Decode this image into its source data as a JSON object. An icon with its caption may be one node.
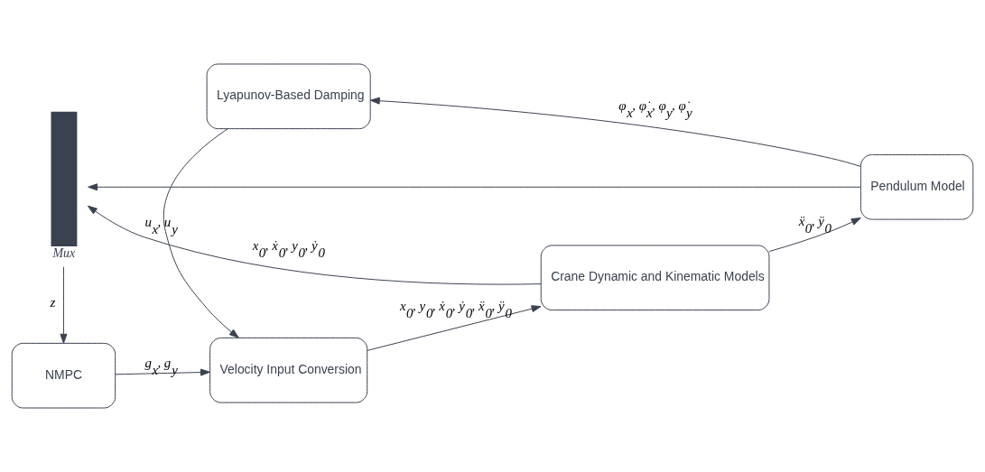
{
  "diagram": {
    "nodes": [
      {
        "text": [
          "NMPC"
        ]
      },
      {
        "text": [
          "Velocity Input Conversion"
        ]
      },
      {
        "text": [
          "Crane Dynamic and Kinematic Models"
        ]
      },
      {
        "text": [
          "Pendulum Model"
        ]
      },
      {
        "text": [
          "Lyapunov-Based Damping"
        ]
      },
      {
        "text": [
          "Mux"
        ]
      }
    ],
    "edges": [
      {
        "from": 0,
        "to": 1,
        "arrow": "to",
        "label": "g$_{x}$, g$_{y}$"
      },
      {
        "from": 1,
        "to": 2,
        "arrow": "to",
        "label": "x$_{0}$, y$_{0}$, ẋ$_{0}$, ẏ$_{0}$, ẍ$_{0}$, ÿ$_{0}$"
      },
      {
        "from": 2,
        "to": 3,
        "arrow": "to",
        "label": "ẍ$_{0}$, ÿ$_{0}$"
      },
      {
        "from": 4,
        "to": 1,
        "arrow": "to",
        "label": "u$_{x}$, u$_{y}$"
      },
      {
        "from": 3,
        "to": 4,
        "arrow": "to",
        "label": "φ$_{x}$, φ̇$_{x}$, φ$_{y}$, φ̇$_{y}$"
      },
      {
        "from": 2,
        "to": 5,
        "arrow": "to",
        "label": "x$_{0}$, ẋ$_{0}$, y$_{0}$, ẏ$_{0}$"
      },
      {
        "from": 3,
        "to": 5,
        "arrow": "to"
      },
      {
        "from": 5,
        "to": 0,
        "arrow": "to",
        "label": "z"
      }
    ]
  }
}
